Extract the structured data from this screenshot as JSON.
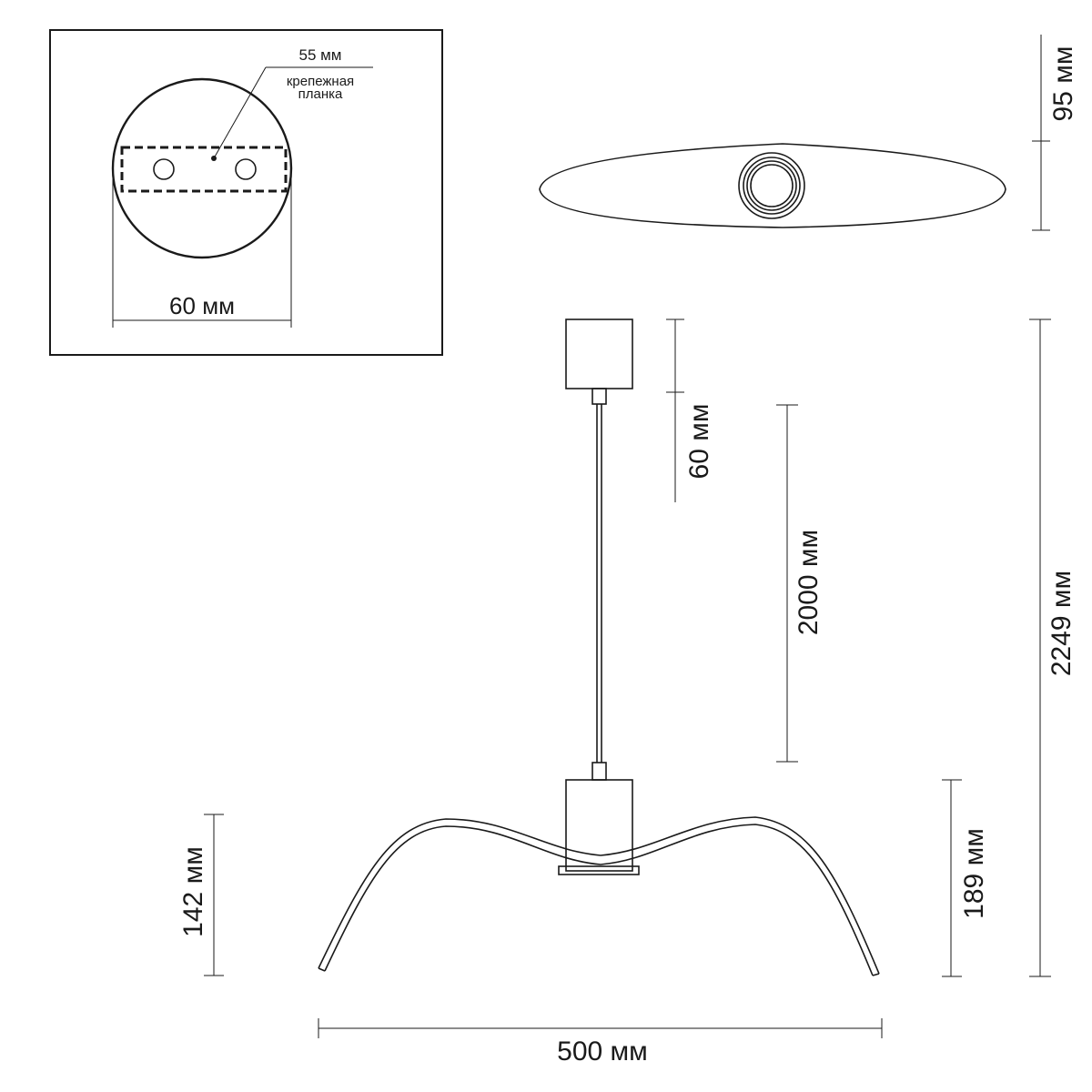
{
  "inset": {
    "plate_label_size": "55 мм",
    "plate_label_line1": "крепежная",
    "plate_label_line2": "планка",
    "diameter_label": "60 мм"
  },
  "top_view": {
    "height_label": "95 мм"
  },
  "front_view": {
    "canopy_height_label": "60 мм",
    "cable_length_label": "2000 мм",
    "total_height_label": "2249 мм",
    "shade_height_label": "189 мм",
    "arm_drop_label": "142 мм",
    "width_label": "500 мм"
  }
}
